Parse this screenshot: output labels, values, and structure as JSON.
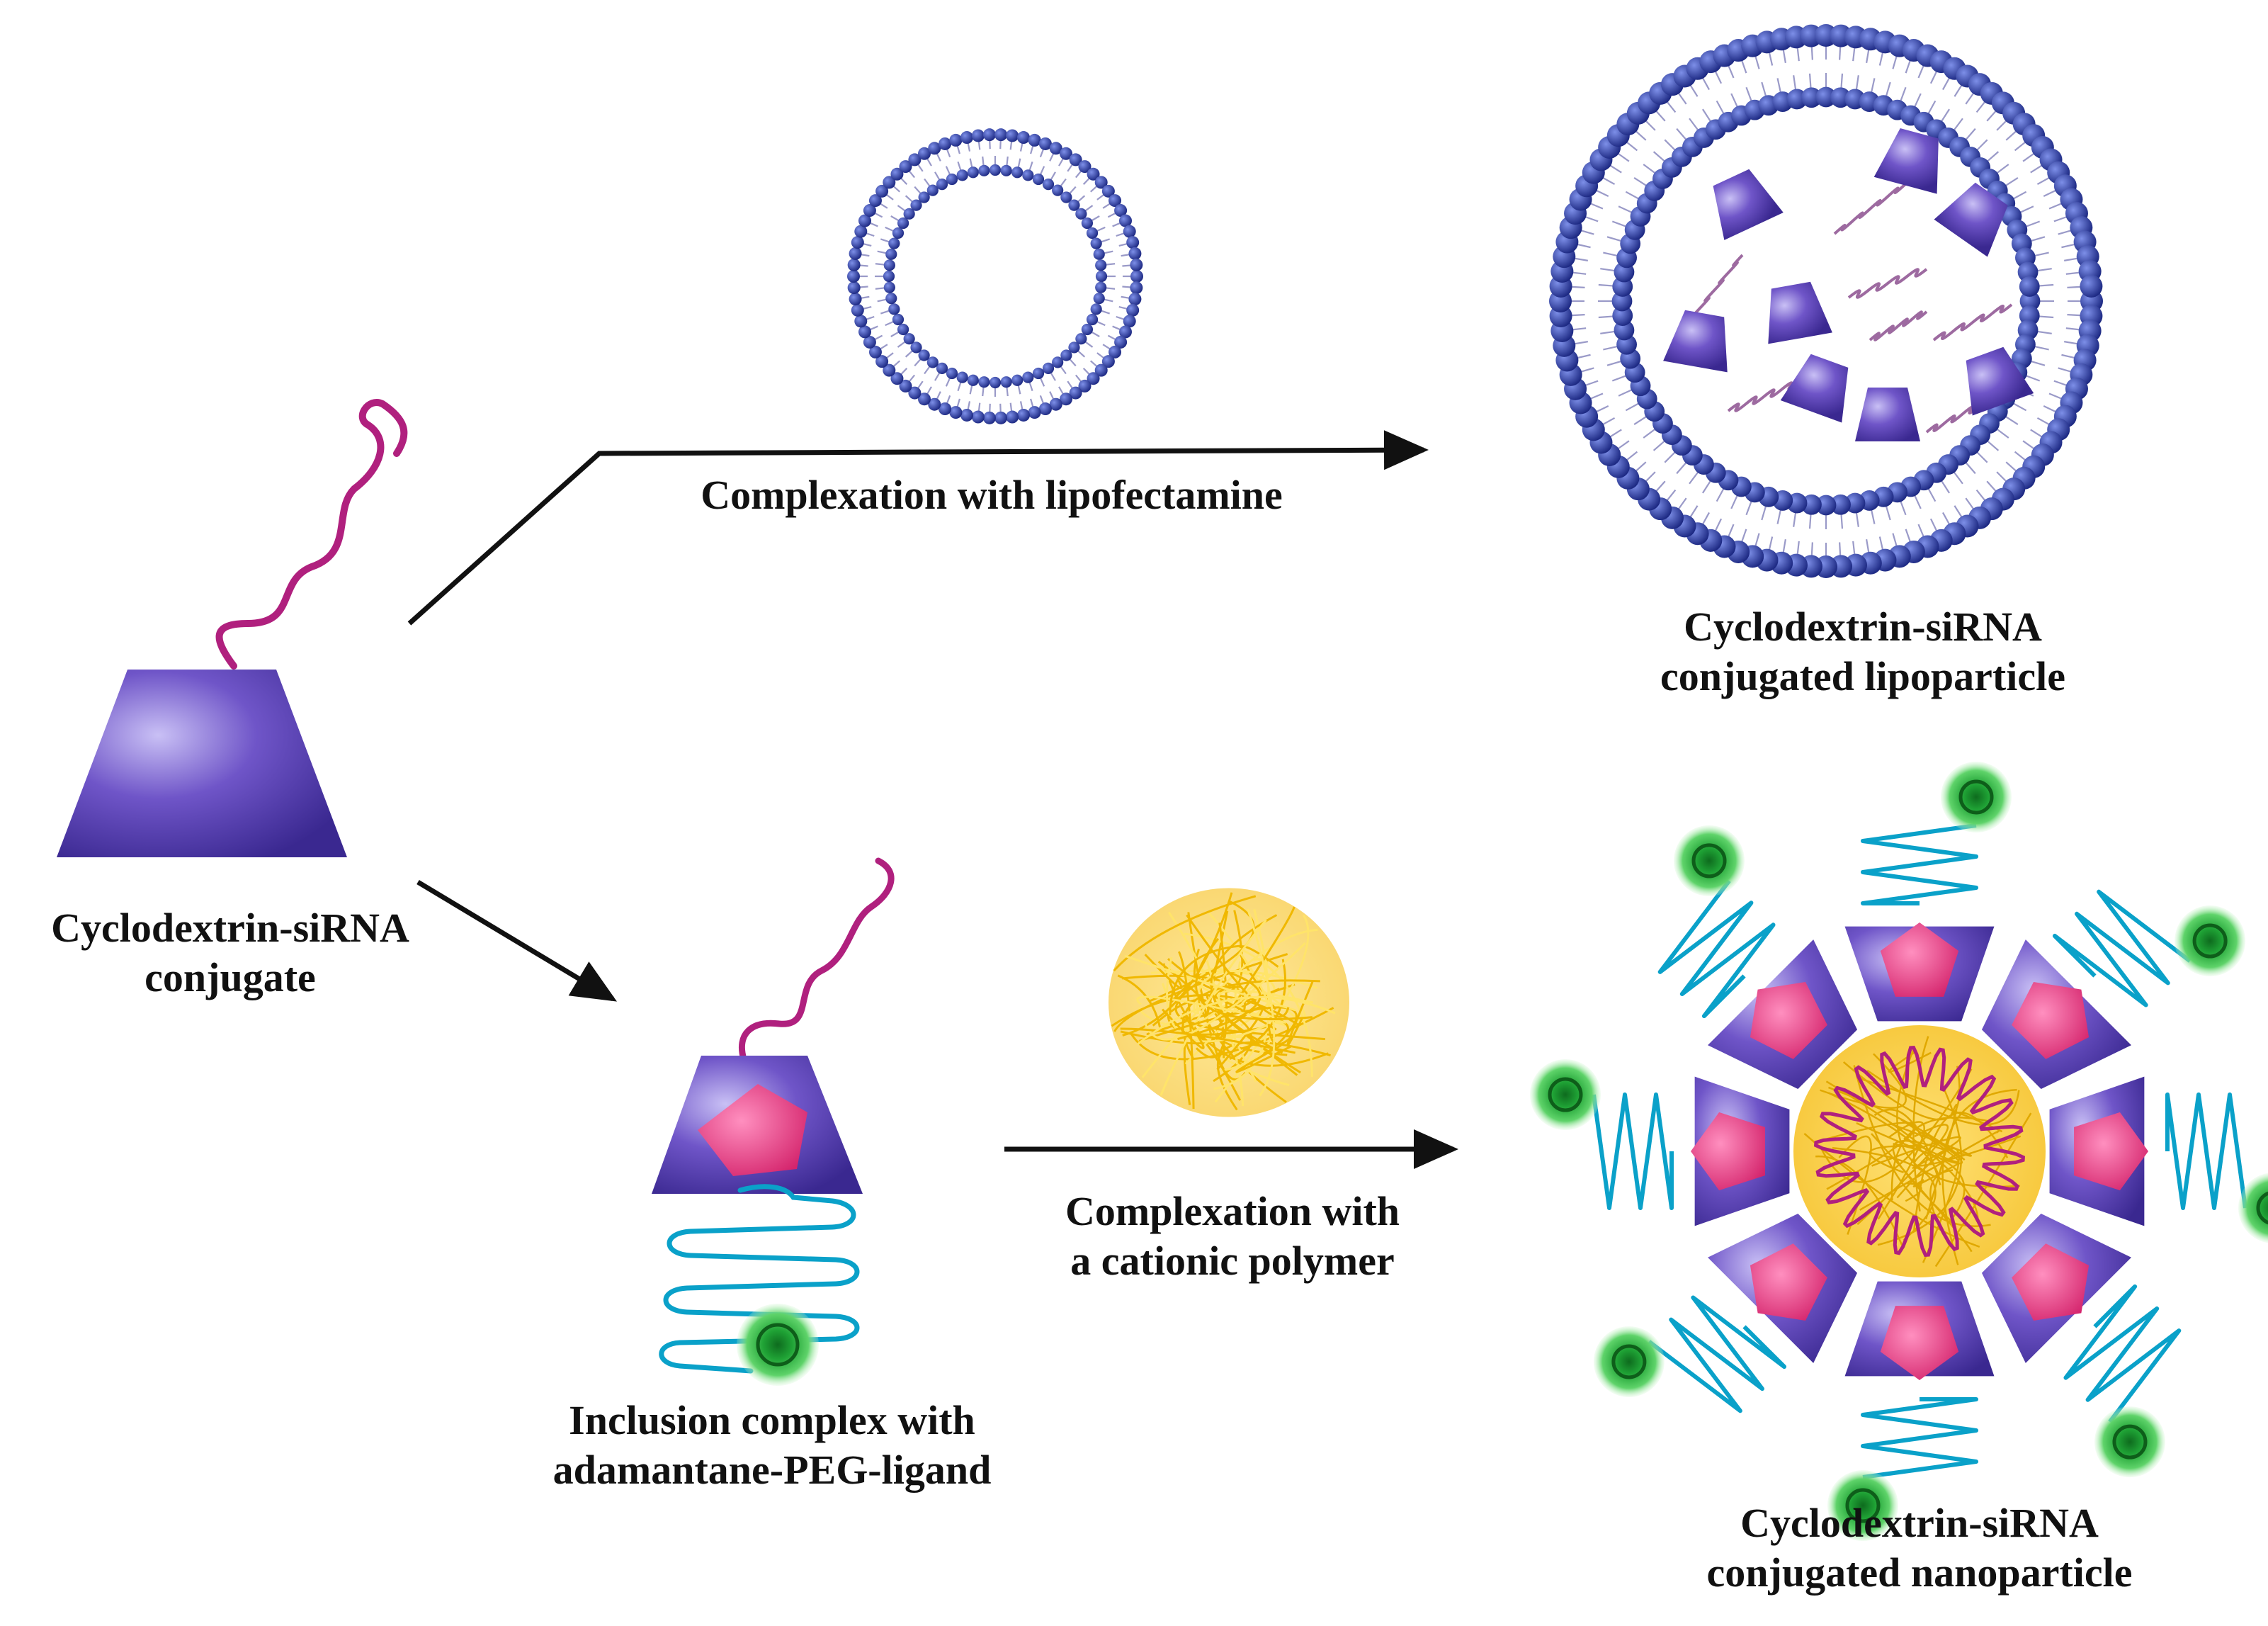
{
  "colors": {
    "bead": "#1f2f93",
    "bead_light": "#5f73d8",
    "lipid_tail": "#9a9ac8",
    "cyclodextrin": "#5b3fb3",
    "cyclodextrin_light": "#b4a8f0",
    "sirna": "#b0207e",
    "adamantane": "#e83b86",
    "peg": "#0aa1c9",
    "ligand": "#1f9d34",
    "polymer": "#f2c21a",
    "arrow": "#111111"
  },
  "labels": {
    "lipofectamine_step": "Complexation with lipofectamine",
    "lipoparticle": [
      "Cyclodextrin-siRNA",
      "conjugated lipoparticle"
    ],
    "conjugate": [
      "Cyclodextrin-siRNA",
      "conjugate"
    ],
    "cationic_step": [
      "Complexation with",
      "a cationic polymer"
    ],
    "inclusion_complex": [
      "Inclusion complex with",
      "adamantane-PEG-ligand"
    ],
    "nanoparticle": [
      "Cyclodextrin-siRNA",
      "conjugated nanoparticle"
    ]
  }
}
